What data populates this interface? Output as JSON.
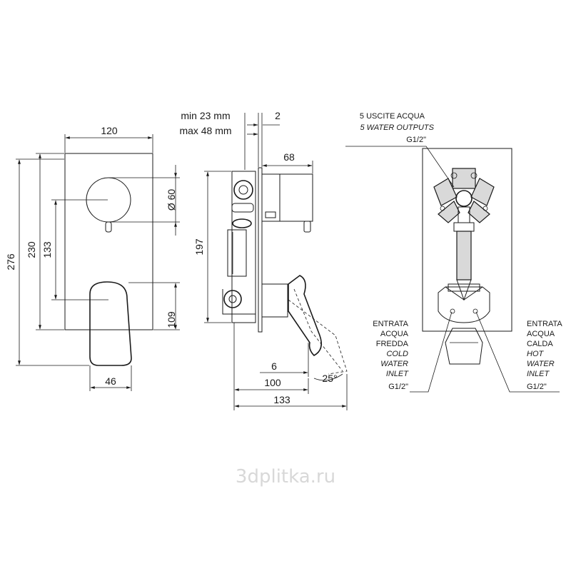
{
  "front": {
    "width": "120",
    "height_total": "276",
    "height_plate": "230",
    "spacing": "133",
    "handle_height": "109",
    "knob_diameter": "Ø 60",
    "handle_width": "46"
  },
  "side": {
    "wall_min": "min 23 mm",
    "wall_max": "max 48 mm",
    "plate": "2",
    "knob_depth": "68",
    "body_height": "197",
    "gap": "6",
    "depth_mid": "100",
    "depth_total": "133",
    "angle": "25°"
  },
  "back": {
    "outputs_it": "5 USCITE ACQUA",
    "outputs_en": "5 WATER OUTPUTS",
    "outputs_thread": "G1/2\"",
    "cold_lines": [
      "ENTRATA",
      "ACQUA",
      "FREDDA",
      "COLD",
      "WATER",
      "INLET",
      "G1/2\""
    ],
    "hot_lines": [
      "ENTRATA",
      "ACQUA",
      "CALDA",
      "HOT",
      "WATER",
      "INLET",
      "G1/2\""
    ]
  },
  "watermark": "3dplitka.ru"
}
